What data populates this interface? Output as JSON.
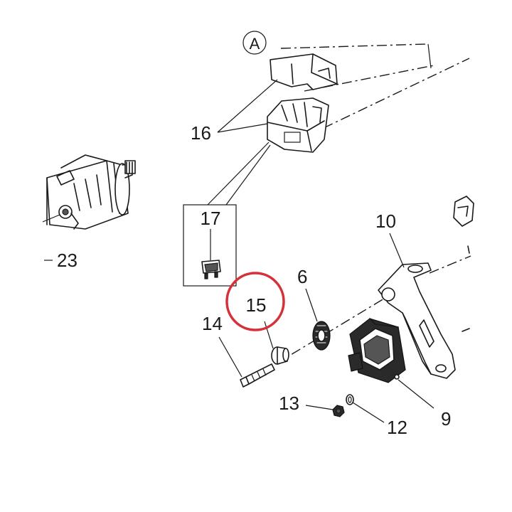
{
  "diagram": {
    "type": "exploded-parts-view",
    "highlight_color": "#d6303a",
    "highlighted_part": "15",
    "callouts": [
      {
        "id": "A",
        "label": "A"
      },
      {
        "id": "16",
        "label": "16"
      },
      {
        "id": "17",
        "label": "17"
      },
      {
        "id": "23",
        "label": "23"
      },
      {
        "id": "10",
        "label": "10"
      },
      {
        "id": "6",
        "label": "6"
      },
      {
        "id": "15",
        "label": "15"
      },
      {
        "id": "14",
        "label": "14"
      },
      {
        "id": "13",
        "label": "13"
      },
      {
        "id": "12",
        "label": "12"
      },
      {
        "id": "9",
        "label": "9"
      }
    ],
    "parts": [
      "starter-motor",
      "relay-cover",
      "relay-housing",
      "fuse",
      "bracket",
      "gear",
      "washer",
      "bolt",
      "control-unit",
      "nut",
      "o-ring"
    ]
  }
}
